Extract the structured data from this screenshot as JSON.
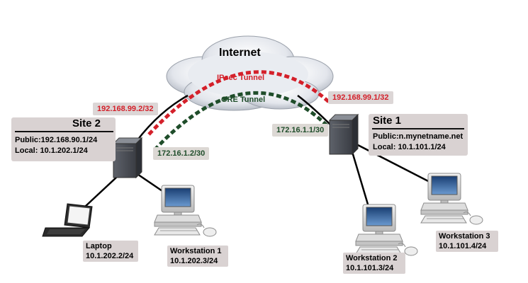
{
  "internet_label": "Internet",
  "ipsec_label": "IPsec Tunnel",
  "gre_label": "GRE Tunnel",
  "site2": {
    "title": "Site 2",
    "public": "Public:192.168.90.1/24",
    "local": "Local: 10.1.202.1/24",
    "ipsec_ip": "192.168.99.2/32",
    "gre_ip": "172.16.1.2/30"
  },
  "site1": {
    "title": "Site 1",
    "public": "Public:n.mynetname.net",
    "local": "Local: 10.1.101.1/24",
    "ipsec_ip": "192.168.99.1/32",
    "gre_ip": "172.16.1.1/30"
  },
  "laptop": {
    "name": "Laptop",
    "ip": "10.1.202.2/24"
  },
  "workstation1": {
    "name": "Workstation 1",
    "ip": "10.1.202.3/24"
  },
  "workstation2": {
    "name": "Workstation 2",
    "ip": "10.1.101.3/24"
  },
  "workstation3": {
    "name": "Workstation 3",
    "ip": "10.1.101.4/24"
  },
  "colors": {
    "ipsec": "#d4202a",
    "gre": "#1f4d2a",
    "label_bg": "#d9d2d2"
  }
}
